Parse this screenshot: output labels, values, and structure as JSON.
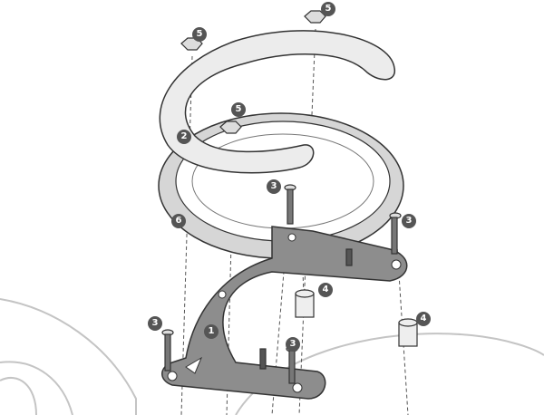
{
  "diagram": {
    "callouts": [
      {
        "id": "nut-left",
        "label": "5"
      },
      {
        "id": "nut-right",
        "label": "5"
      },
      {
        "id": "nut-center",
        "label": "5"
      },
      {
        "id": "flat-plate",
        "label": "2"
      },
      {
        "id": "ring",
        "label": "6"
      },
      {
        "id": "screw-top",
        "label": "3"
      },
      {
        "id": "screw-right",
        "label": "3"
      },
      {
        "id": "screw-bottom-left",
        "label": "3"
      },
      {
        "id": "screw-bottom",
        "label": "3"
      },
      {
        "id": "spacer-center",
        "label": "4"
      },
      {
        "id": "spacer-right",
        "label": "4"
      },
      {
        "id": "bracket",
        "label": "1"
      }
    ],
    "colors": {
      "part_dark": "#8a8a8a",
      "part_light": "#d9d9d9",
      "outline": "#333333",
      "callout": "#555555",
      "tank": "#bdbdbd"
    }
  }
}
